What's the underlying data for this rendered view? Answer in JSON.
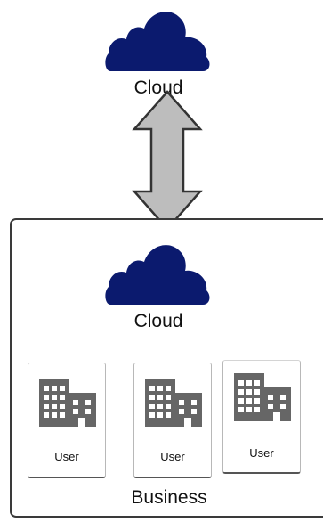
{
  "top_cloud": {
    "label": "Cloud",
    "icon": "cloud-icon"
  },
  "connector": {
    "icon": "double-arrow-icon",
    "direction": "bidirectional"
  },
  "business": {
    "label": "Business",
    "cloud": {
      "label": "Cloud",
      "icon": "cloud-icon"
    },
    "users": [
      {
        "label": "User",
        "icon": "building-icon"
      },
      {
        "label": "User",
        "icon": "building-icon"
      },
      {
        "label": "User",
        "icon": "building-icon"
      }
    ]
  },
  "colors": {
    "cloud_fill": "#0b1a6e",
    "arrow_fill": "#bdbdbd",
    "arrow_stroke": "#333333",
    "building_fill": "#666666",
    "frame_stroke": "#3a3a3a"
  }
}
